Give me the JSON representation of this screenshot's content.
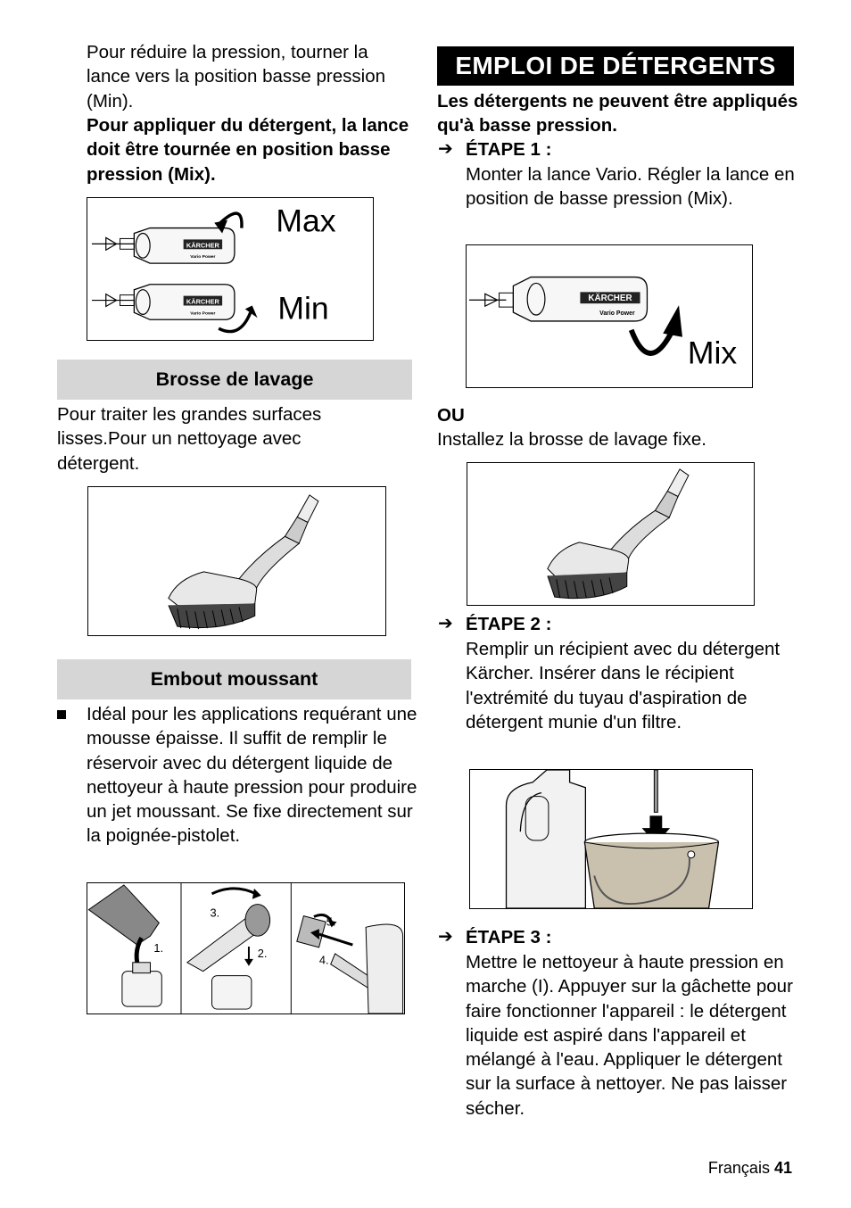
{
  "left": {
    "intro_p1": "Pour réduire la pression, tourner la lance vers la position basse pression (Min).",
    "intro_p2": "Pour appliquer du détergent, la lance doit être tournée en position basse pression (Mix).",
    "fig_lance": {
      "label_max": "Max",
      "label_min": "Min",
      "brand": "KÄRCHER",
      "model": "Vario Power"
    },
    "section_brush": {
      "title": "Brosse de lavage",
      "text": "Pour traiter les grandes surfaces lisses.Pour un nettoyage avec détergent."
    },
    "section_foam": {
      "title": "Embout moussant",
      "bullet_text": "Idéal pour les applications requérant une mousse épaisse. Il suffit de remplir le réservoir avec du détergent liquide de nettoyeur à haute pression pour produire un jet moussant. Se fixe directement sur la poignée-pistolet.",
      "fig_steps": [
        "1.",
        "2.",
        "3.",
        "4.",
        "5."
      ]
    }
  },
  "right": {
    "heading": "EMPLOI DE DÉTERGENTS",
    "warning": "Les détergents ne peuvent être appliqués qu'à basse pression.",
    "step1": {
      "label": "ÉTAPE 1 :",
      "text": "Monter la lance Vario. Régler la lance en position de basse pression (Mix)."
    },
    "fig_mix": {
      "label": "Mix",
      "brand": "KÄRCHER",
      "model": "Vario Power"
    },
    "or_label": "OU",
    "or_text": "Installez la brosse de lavage fixe.",
    "step2": {
      "label": "ÉTAPE 2 :",
      "text": "Remplir un récipient avec du détergent Kärcher. Insérer dans le récipient l'extrémité du tuyau d'aspiration de détergent munie d'un filtre."
    },
    "step3": {
      "label": "ÉTAPE 3 :",
      "text": "Mettre le nettoyeur à haute pression en marche (I). Appuyer sur la gâchette pour faire fonctionner l'appareil : le détergent liquide est aspiré dans l'appareil et mélangé à l'eau. Appliquer le détergent sur la surface à nettoyer. Ne pas laisser sécher."
    }
  },
  "footer": {
    "language": "Français",
    "page_number": "41"
  },
  "icons": {
    "step_arrow": "arrow-right-icon",
    "bullet": "square-bullet-icon"
  }
}
